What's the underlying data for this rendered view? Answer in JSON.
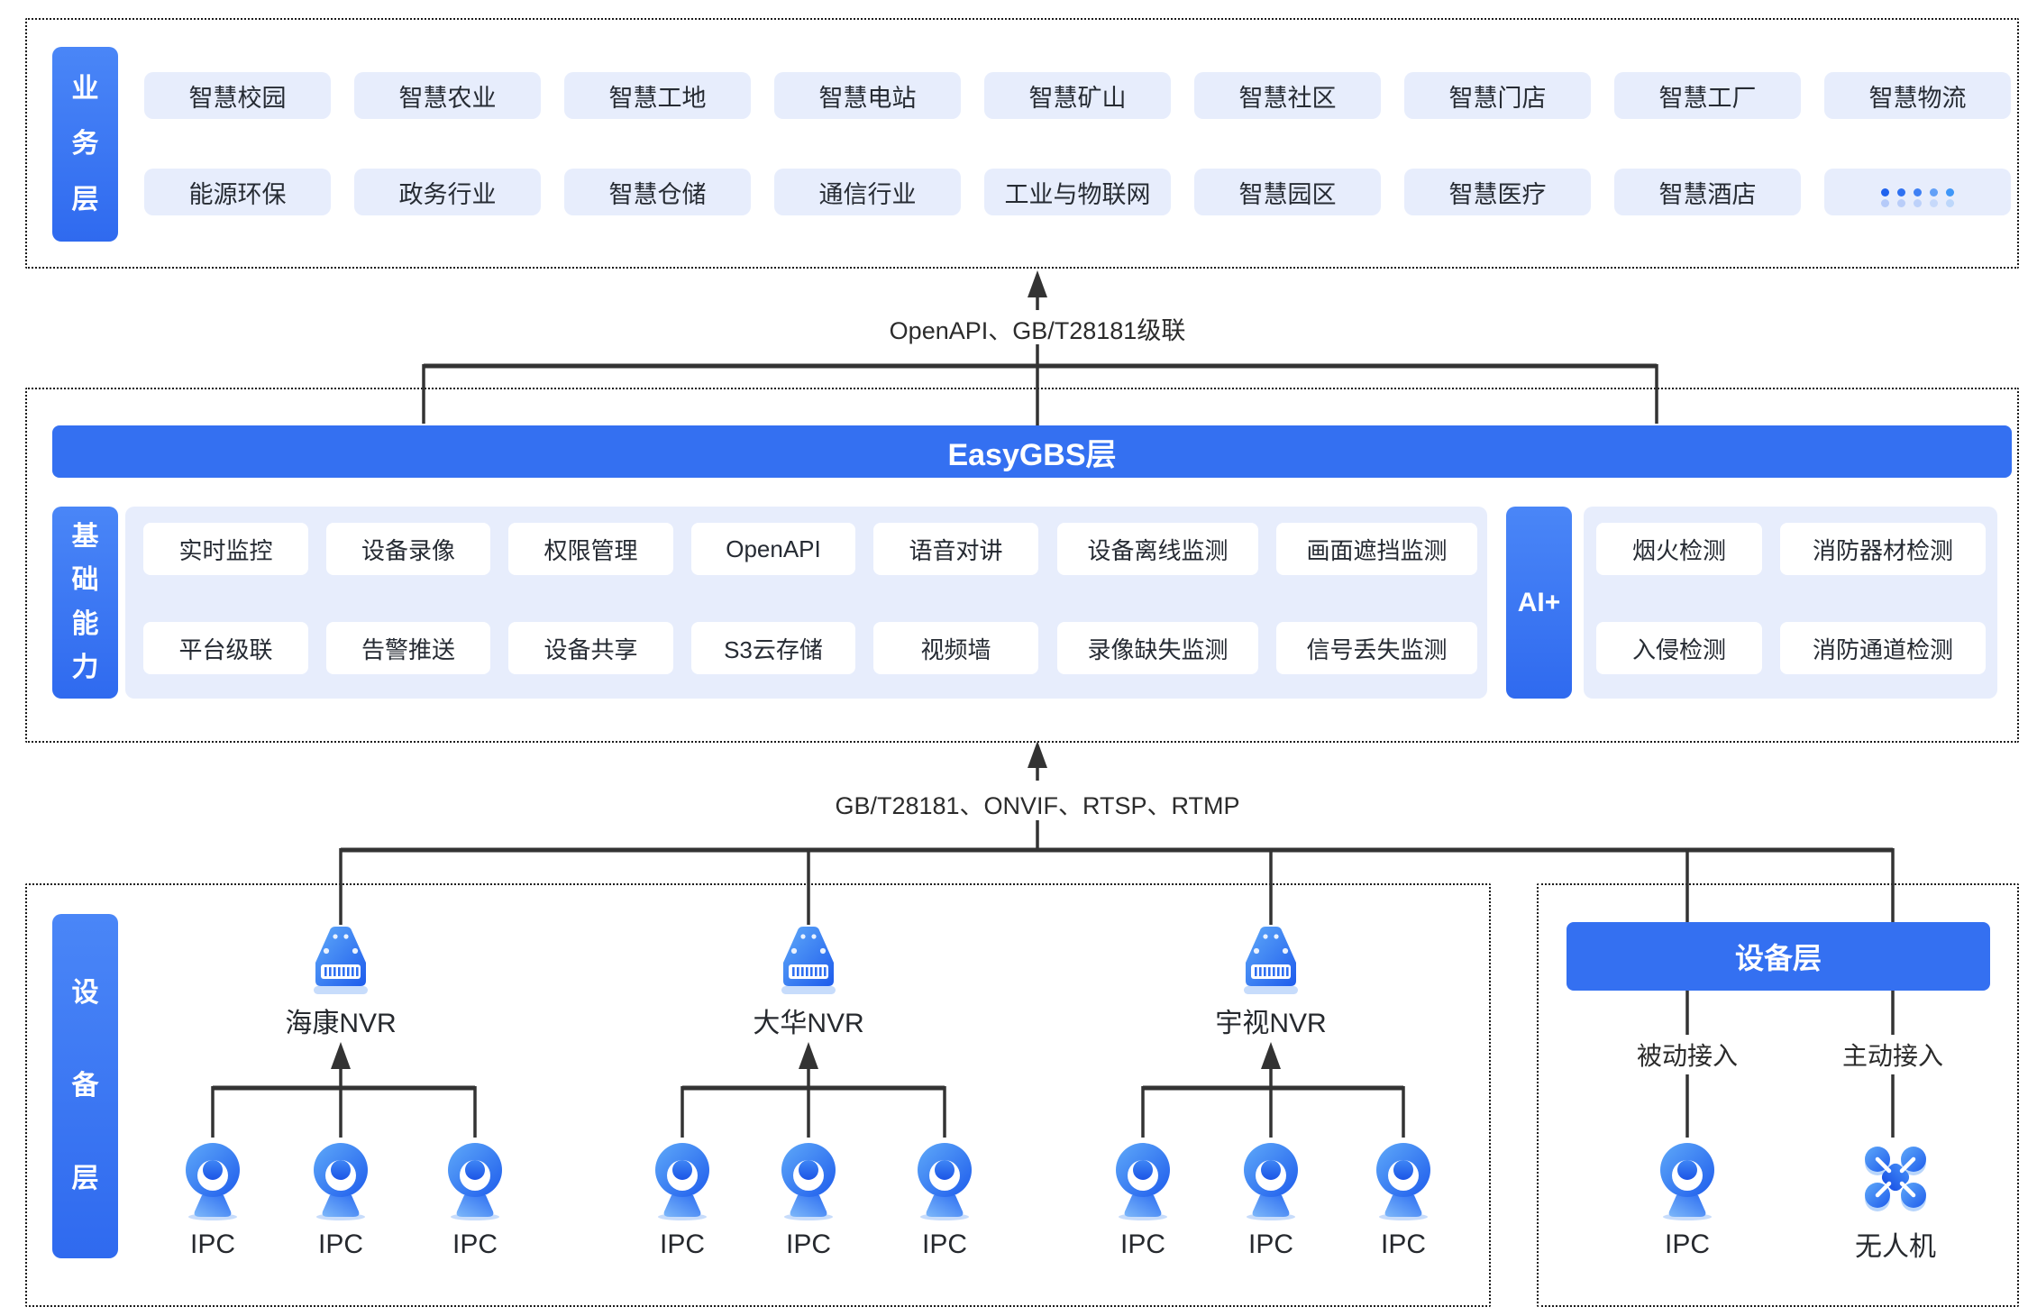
{
  "business": {
    "pill_chars": [
      "业",
      "务",
      "层"
    ],
    "row1": [
      "智慧校园",
      "智慧农业",
      "智慧工地",
      "智慧电站",
      "智慧矿山",
      "智慧社区",
      "智慧门店",
      "智慧工厂",
      "智慧物流"
    ],
    "row2": [
      "能源环保",
      "政务行业",
      "智慧仓储",
      "通信行业",
      "工业与物联网",
      "智慧园区",
      "智慧医疗",
      "智慧酒店"
    ],
    "more_dots_count": 5
  },
  "connector_top": {
    "label": "OpenAPI、GB/T28181级联"
  },
  "easygbs": {
    "title": "EasyGBS层"
  },
  "capabilities": {
    "pill_chars": [
      "基",
      "础",
      "能",
      "力"
    ],
    "row1": [
      "实时监控",
      "设备录像",
      "权限管理",
      "OpenAPI",
      "语音对讲",
      "设备离线监测",
      "画面遮挡监测"
    ],
    "row2": [
      "平台级联",
      "告警推送",
      "设备共享",
      "S3云存储",
      "视频墙",
      "录像缺失监测",
      "信号丢失监测"
    ]
  },
  "ai": {
    "label": "AI+",
    "row1": [
      "烟火检测",
      "消防器材检测"
    ],
    "row2": [
      "入侵检测",
      "消防通道检测"
    ]
  },
  "connector_bottom": {
    "label": "GB/T28181、ONVIF、RTSP、RTMP"
  },
  "devices": {
    "pill_chars": [
      "设",
      "备",
      "层"
    ],
    "groups": [
      {
        "nvr": "海康NVR"
      },
      {
        "nvr": "大华NVR"
      },
      {
        "nvr": "宇视NVR"
      }
    ],
    "ipc_label": "IPC"
  },
  "right_panel": {
    "bar": "设备层",
    "passive": "被动接入",
    "active": "主动接入",
    "ipc_label": "IPC",
    "drone_label": "无人机"
  },
  "colors": {
    "primary_blue": "#3470f1",
    "pill_gradient_top": "#4a86f7",
    "pill_gradient_bottom": "#2f6aef",
    "light_box": "#e7edfc",
    "line": "#333333",
    "text_dark": "#262b33"
  }
}
